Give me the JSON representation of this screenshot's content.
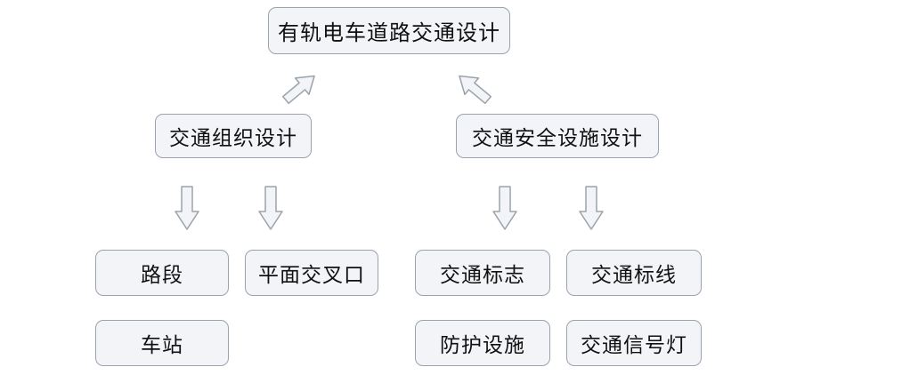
{
  "diagram": {
    "type": "flowchart",
    "root": {
      "label": "有轨电车道路交通设计"
    },
    "branches": [
      {
        "label": "交通组织设计",
        "children": [
          {
            "label": "路段"
          },
          {
            "label": "平面交叉口"
          },
          {
            "label": "车站"
          }
        ]
      },
      {
        "label": "交通安全设施设计",
        "children": [
          {
            "label": "交通标志"
          },
          {
            "label": "交通标线"
          },
          {
            "label": "防护设施"
          },
          {
            "label": "交通信号灯"
          }
        ]
      }
    ],
    "colors": {
      "node_fill": "#f2f4f7",
      "node_border": "#9aa3ad",
      "arrow_fill": "#f2f4f7",
      "arrow_border": "#9aa3ad",
      "text": "#111111",
      "background": "#ffffff"
    },
    "arrow_labels": {
      "root_to_branch_1": "arrow-root-to-traffic-organization",
      "root_to_branch_2": "arrow-root-to-safety-facility",
      "branch1_to_child1": "arrow-to-road-section",
      "branch1_to_child2": "arrow-to-intersection",
      "branch2_to_child1": "arrow-to-traffic-sign",
      "branch2_to_child2": "arrow-to-traffic-marking"
    }
  }
}
